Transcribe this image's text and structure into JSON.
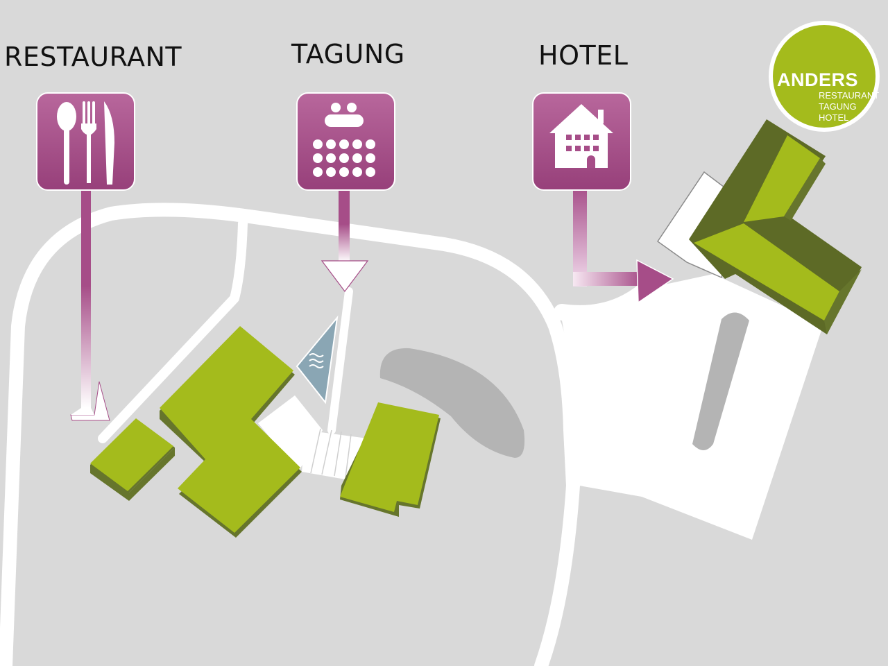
{
  "categories": {
    "restaurant": {
      "label": "RESTAURANT",
      "icon": "cutlery-icon"
    },
    "tagung": {
      "label": "TAGUNG",
      "icon": "conference-seating-icon"
    },
    "hotel": {
      "label": "HOTEL",
      "icon": "house-icon"
    }
  },
  "logo": {
    "brand": "ANDERS",
    "lines": [
      "RESTAURANT",
      "TAGUNG",
      "HOTEL"
    ]
  },
  "colors": {
    "background": "#d9d9d9",
    "road": "#ffffff",
    "building_top": "#a4bb1c",
    "building_dark": "#66752c",
    "icon_tile": "#a64d88",
    "logo_circle": "#a4bb1c",
    "water": "#8aa6b4",
    "parking": "#b4b4b4"
  }
}
